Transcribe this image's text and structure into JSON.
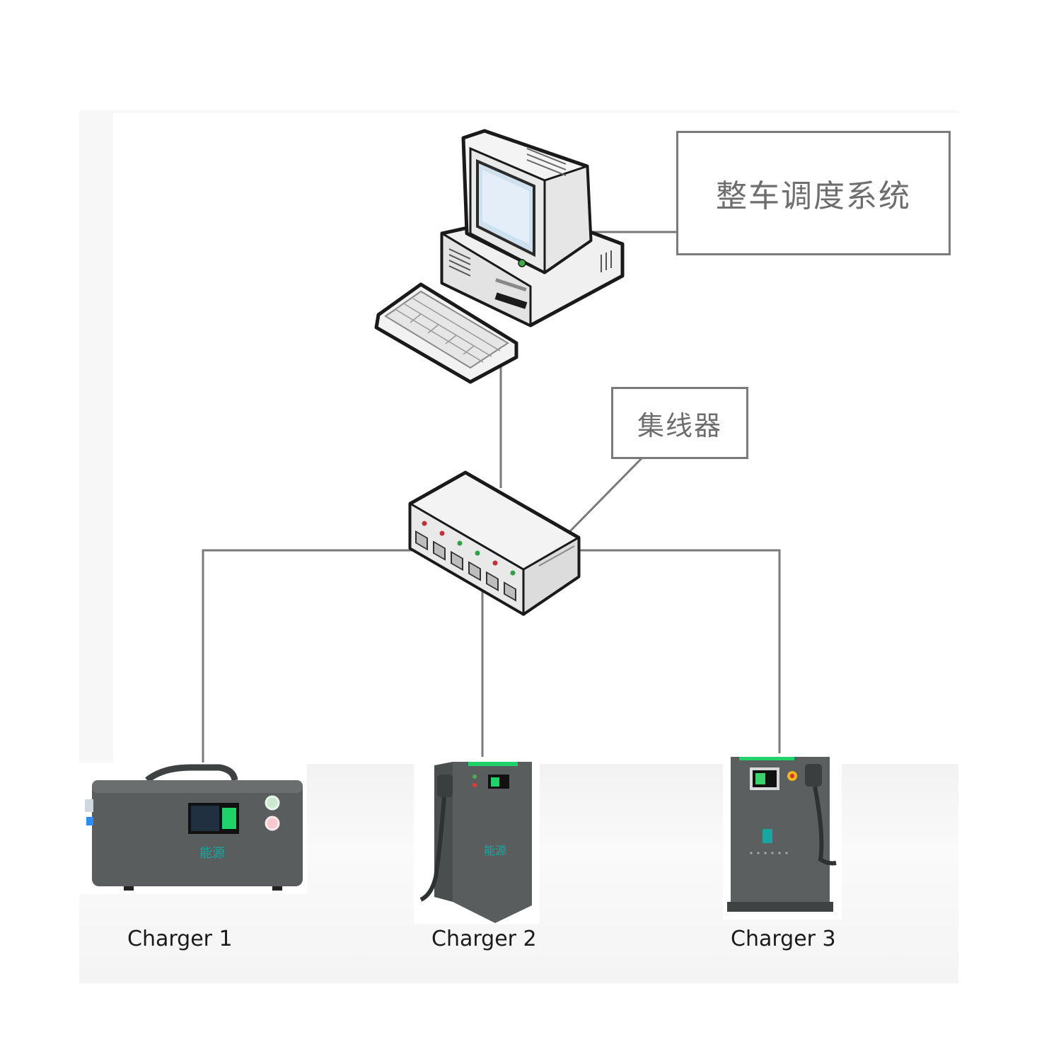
{
  "labels": {
    "dispatch_system": "整车调度系统",
    "hub": "集线器"
  },
  "chargers": [
    {
      "label": "Charger 1"
    },
    {
      "label": "Charger 2"
    },
    {
      "label": "Charger 3"
    }
  ],
  "colors": {
    "line": "#7a7a7a",
    "charger_body": "#5a5d5e",
    "screen_green": "#1fd36a",
    "brand_teal": "#1aa6a0"
  }
}
